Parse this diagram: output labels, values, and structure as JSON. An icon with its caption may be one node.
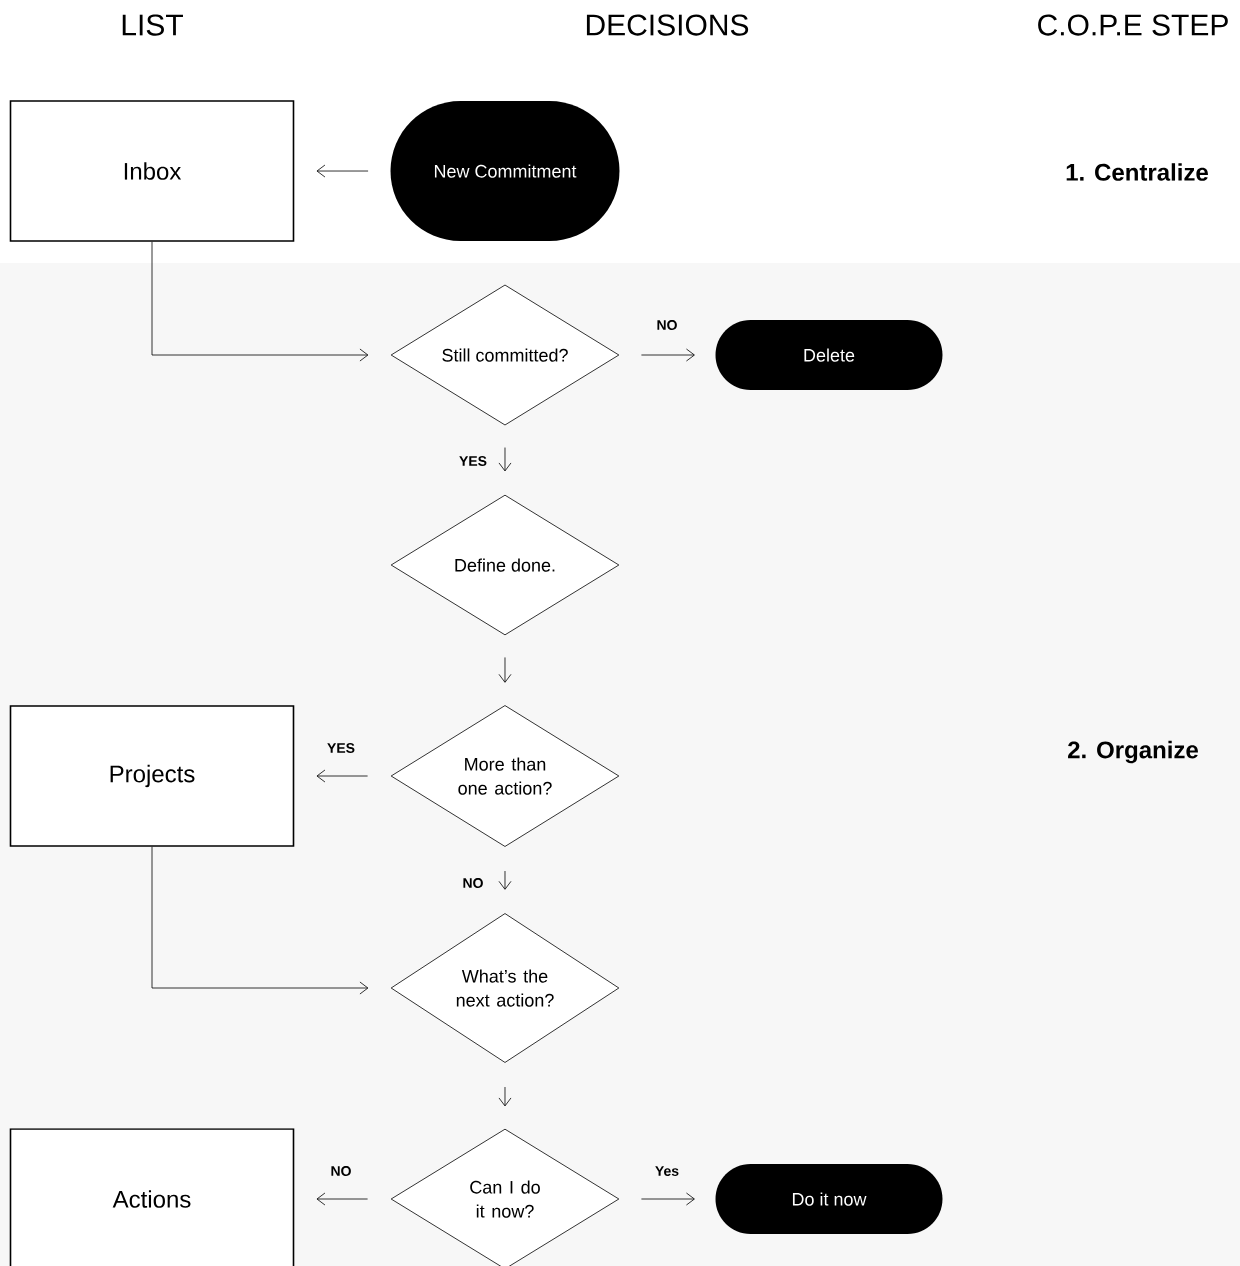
{
  "diagram": {
    "nodes": [
      {
        "text": [
          "Inbox"
        ]
      },
      {
        "text": [
          "New Commitment"
        ]
      },
      {
        "text": [
          "Still committed?"
        ]
      },
      {
        "text": [
          "Delete"
        ]
      },
      {
        "text": [
          "Define done."
        ]
      },
      {
        "text": [
          "Projects"
        ]
      },
      {
        "text": [
          "More than one action?"
        ]
      },
      {
        "text": [
          "What’s the next action?"
        ]
      },
      {
        "text": [
          "Actions"
        ]
      },
      {
        "text": [
          "Can I do it now?"
        ]
      },
      {
        "text": [
          "Do it now"
        ]
      }
    ],
    "edges": [
      {
        "from": 1,
        "to": 0,
        "arrow": "to"
      },
      {
        "from": 0,
        "to": 2,
        "arrow": "to"
      },
      {
        "from": 2,
        "to": 3,
        "arrow": "to",
        "label": "NO"
      },
      {
        "from": 2,
        "to": 4,
        "arrow": "to",
        "label": "YES"
      },
      {
        "from": 4,
        "to": 6,
        "arrow": "to"
      },
      {
        "from": 6,
        "to": 5,
        "arrow": "to",
        "label": "YES"
      },
      {
        "from": 6,
        "to": 7,
        "arrow": "to",
        "label": "NO"
      },
      {
        "from": 5,
        "to": 7,
        "arrow": "to"
      },
      {
        "from": 7,
        "to": 9,
        "arrow": "to"
      },
      {
        "from": 9,
        "to": 8,
        "arrow": "to",
        "label": "NO"
      },
      {
        "from": 9,
        "to": 10,
        "arrow": "to",
        "label": "Yes"
      }
    ],
    "labels": [
      "LIST",
      "DECISIONS",
      "C.O.P.E STEP",
      "1. Centralize",
      "2. Organize"
    ]
  }
}
